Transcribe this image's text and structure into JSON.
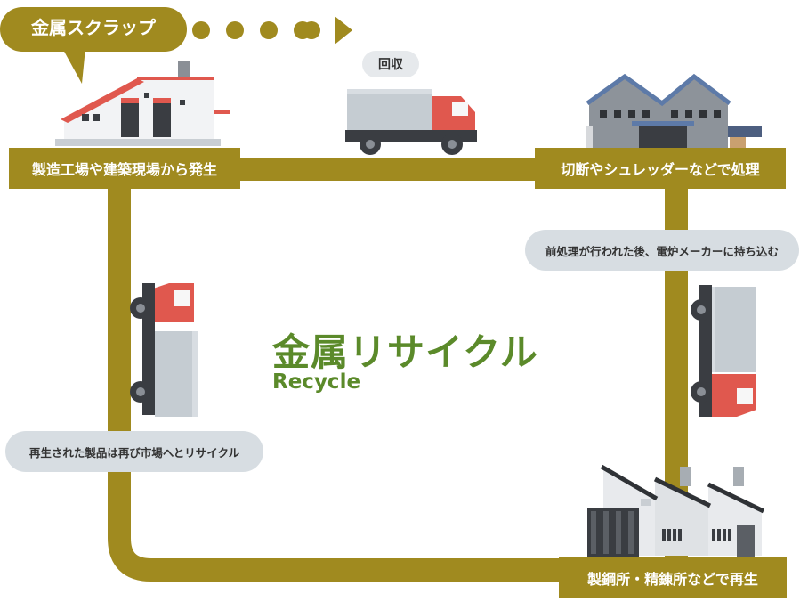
{
  "colors": {
    "olive": "#a08a1f",
    "green": "#5b8a2a",
    "pill_bg": "#d7dde2",
    "truck_red": "#e0584e",
    "truck_cargo": "#c5ccd2"
  },
  "scrap_bubble": {
    "label": "金属スクラップ"
  },
  "recovery": {
    "label": "回収"
  },
  "stations": {
    "origin": "製造工場や建築現場から発生",
    "processing": "切断やシュレッダーなどで処理",
    "steelworks": "製鋼所・精錬所などで再生"
  },
  "notes": {
    "to_furnace": "前処理が行われた後、電炉メーカーに持ち込む",
    "back_to_market": "再生された製品は再び市場へとリサイクル"
  },
  "center": {
    "title": "金属リサイクル",
    "subtitle": "Recycle"
  },
  "icons": [
    "factory-building-icon",
    "truck-icon",
    "warehouse-icon",
    "steel-mill-icon"
  ]
}
